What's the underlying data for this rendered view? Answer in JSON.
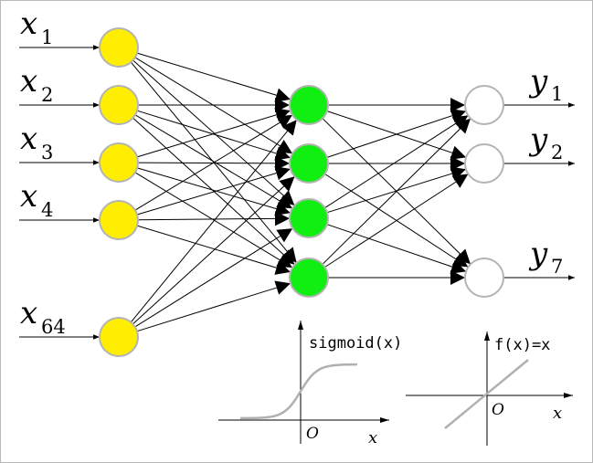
{
  "network": {
    "input_nodes": [
      {
        "var": "x",
        "sub": "1"
      },
      {
        "var": "x",
        "sub": "2"
      },
      {
        "var": "x",
        "sub": "3"
      },
      {
        "var": "x",
        "sub": "4"
      },
      {
        "var": "x",
        "sub": "64"
      }
    ],
    "hidden_node_count": 4,
    "output_nodes": [
      {
        "var": "y",
        "sub": "1"
      },
      {
        "var": "y",
        "sub": "2"
      },
      {
        "var": "y",
        "sub": "7"
      }
    ],
    "colors": {
      "input_fill": "#ffee00",
      "hidden_fill": "#11ee11",
      "output_fill": "#ffffff",
      "node_stroke": "#b4b4b4",
      "edge": "#000000",
      "curve": "#b0b0b0"
    }
  },
  "activation_plots": {
    "sigmoid": {
      "label": "sigmoid(x)",
      "origin": "O",
      "x_axis": "x"
    },
    "identity": {
      "label": "f(x)=x",
      "origin": "O",
      "x_axis": "x"
    }
  }
}
